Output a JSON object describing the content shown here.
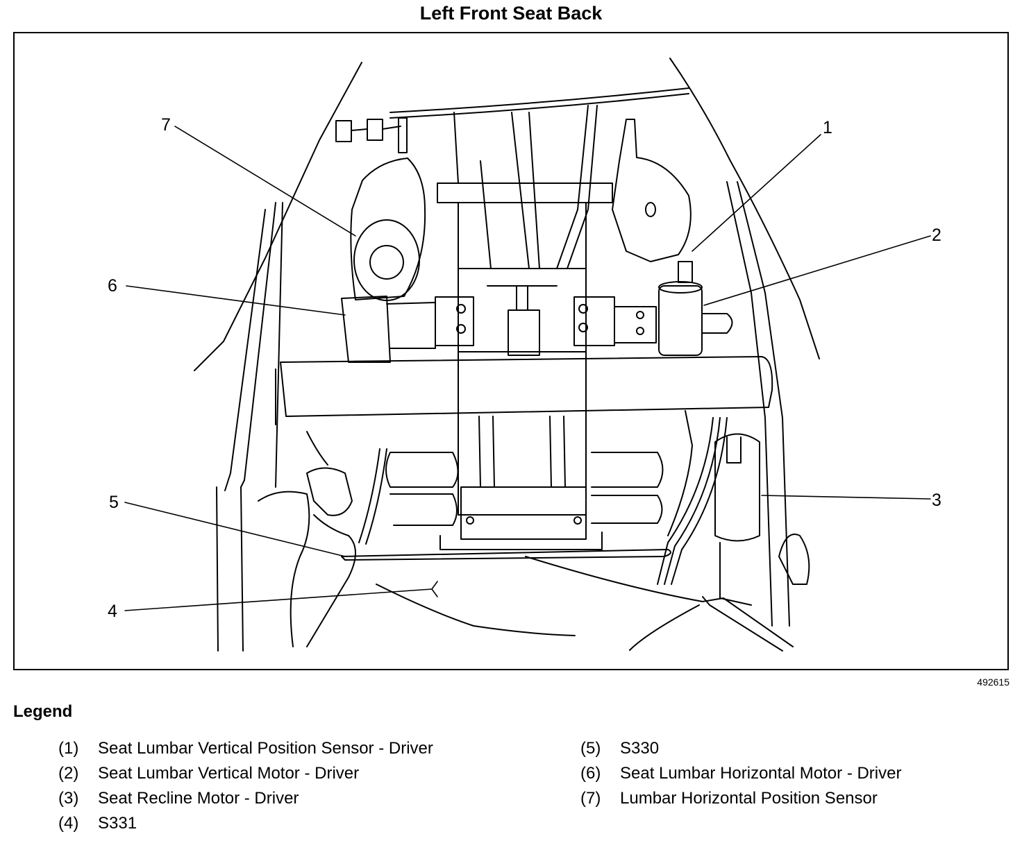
{
  "title": "Left Front Seat Back",
  "figure_id": "492615",
  "callouts": [
    "1",
    "2",
    "3",
    "4",
    "5",
    "6",
    "7"
  ],
  "legend": {
    "heading": "Legend",
    "left_items": [
      {
        "num": "(1)",
        "text": "Seat Lumbar Vertical Position Sensor - Driver"
      },
      {
        "num": "(2)",
        "text": "Seat Lumbar Vertical Motor - Driver"
      },
      {
        "num": "(3)",
        "text": "Seat Recline Motor - Driver"
      },
      {
        "num": "(4)",
        "text": "S331"
      }
    ],
    "right_items": [
      {
        "num": "(5)",
        "text": "S330"
      },
      {
        "num": "(6)",
        "text": "Seat Lumbar Horizontal Motor - Driver"
      },
      {
        "num": "(7)",
        "text": "Lumbar Horizontal Position Sensor"
      }
    ]
  }
}
